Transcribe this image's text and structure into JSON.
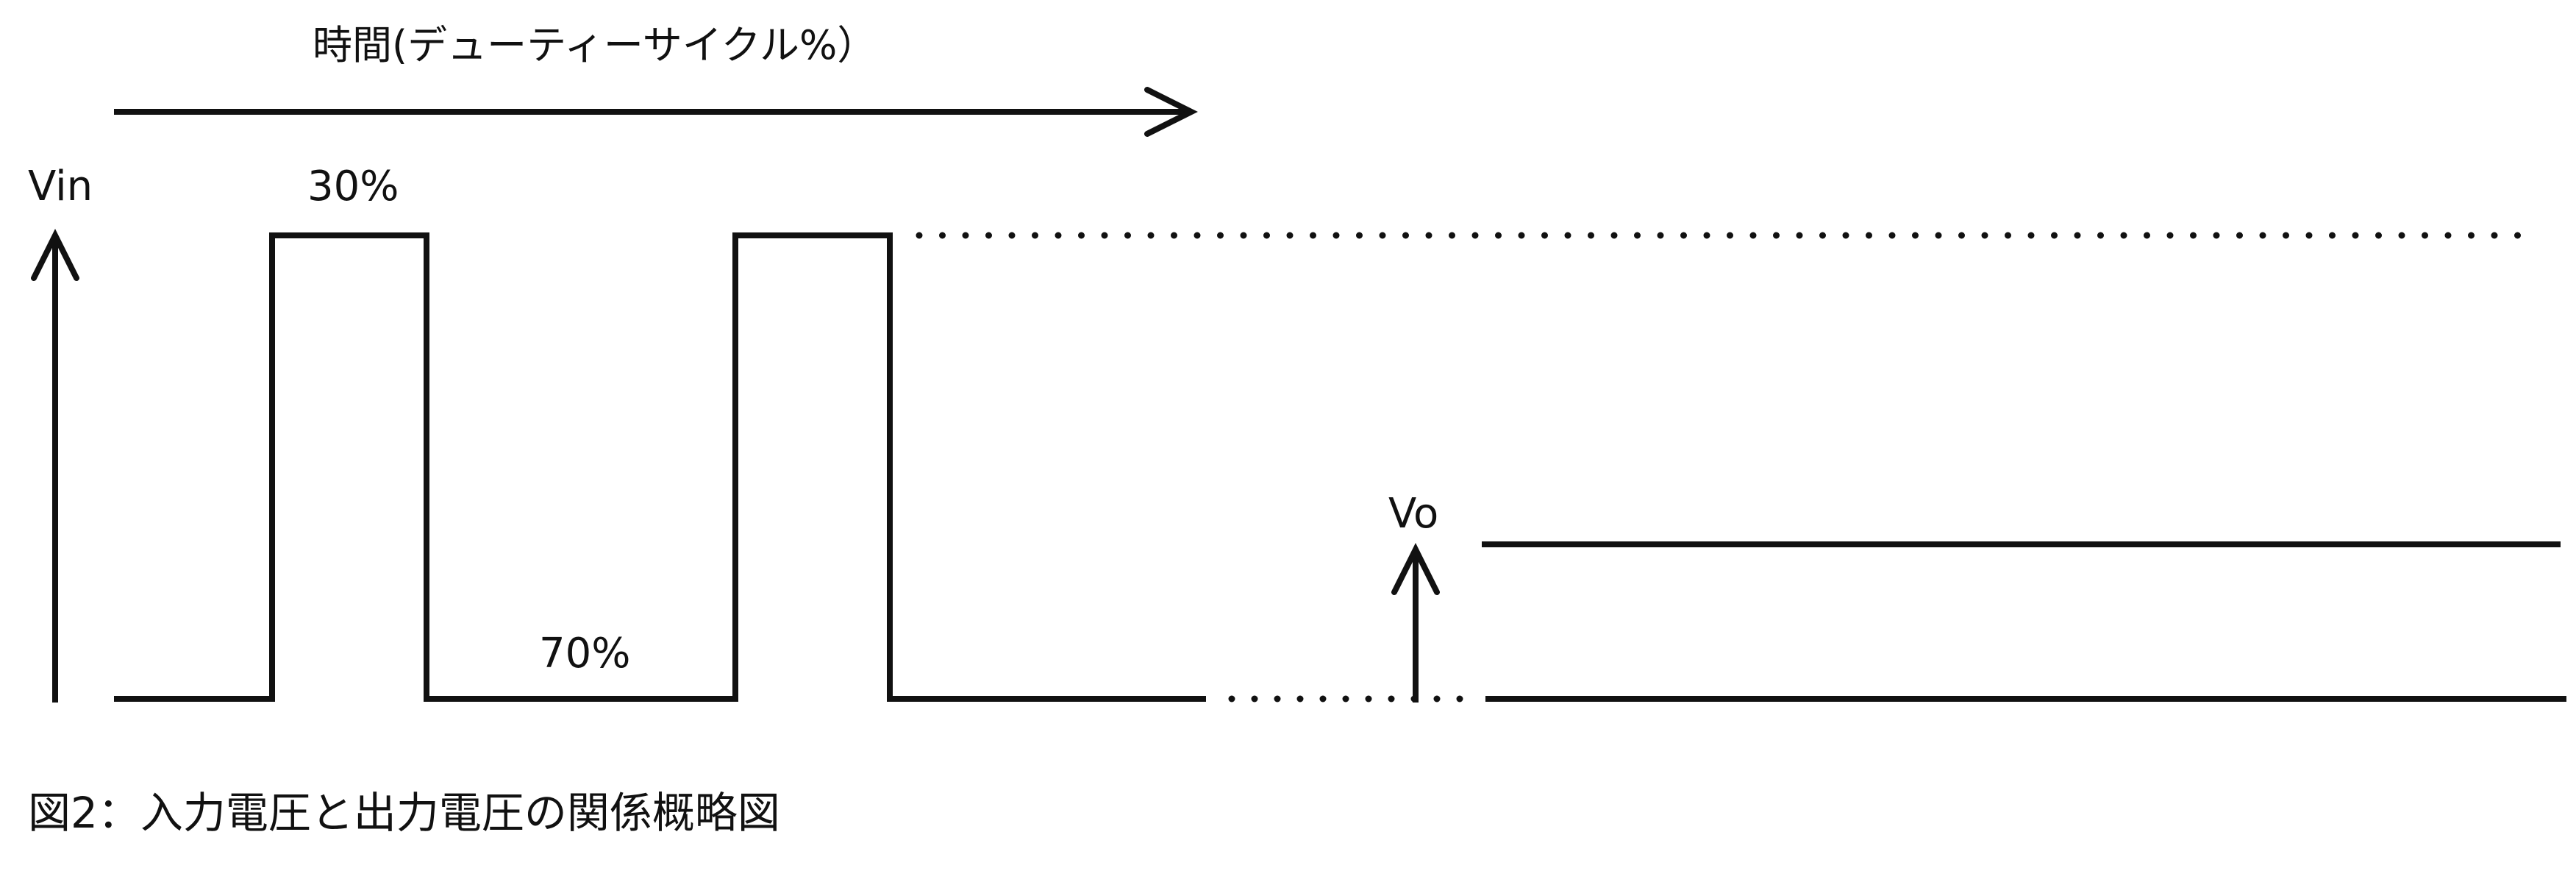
{
  "diagram": {
    "time_axis_label": "時間(デューティーサイクル%）",
    "vin_label": "Vin",
    "vo_label": "Vo",
    "duty_on_label": "30%",
    "duty_off_label": "70%",
    "caption": "図2：入力電圧と出力電圧の関係概略図",
    "stroke_color": "#111111"
  }
}
